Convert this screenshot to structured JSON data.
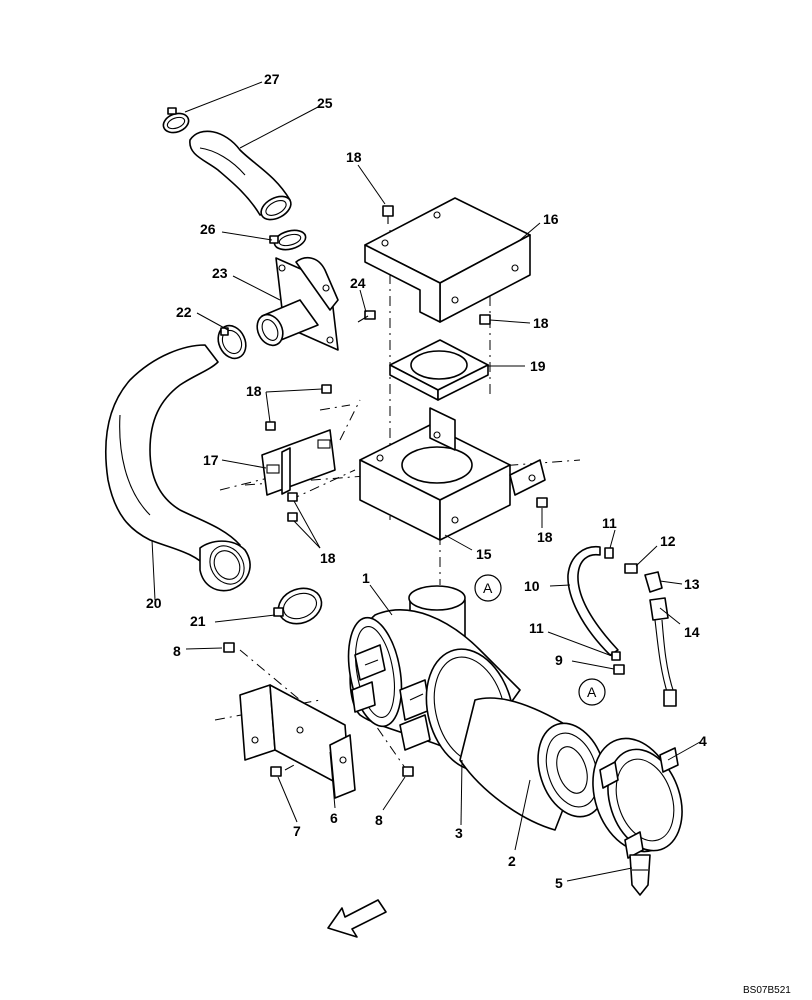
{
  "callouts": [
    "27",
    "25",
    "18",
    "16",
    "26",
    "23",
    "24",
    "18",
    "22",
    "19",
    "18",
    "17",
    "18",
    "15",
    "18",
    "11",
    "12",
    "13",
    "14",
    "10",
    "1",
    "20",
    "21",
    "11",
    "9",
    "8",
    "4",
    "7",
    "6",
    "8",
    "3",
    "2",
    "5"
  ],
  "ref_markers": [
    "A",
    "A"
  ],
  "drawing_code": "BS07B521",
  "icons": {
    "direction_arrow": "hollow-arrow-down-left"
  }
}
